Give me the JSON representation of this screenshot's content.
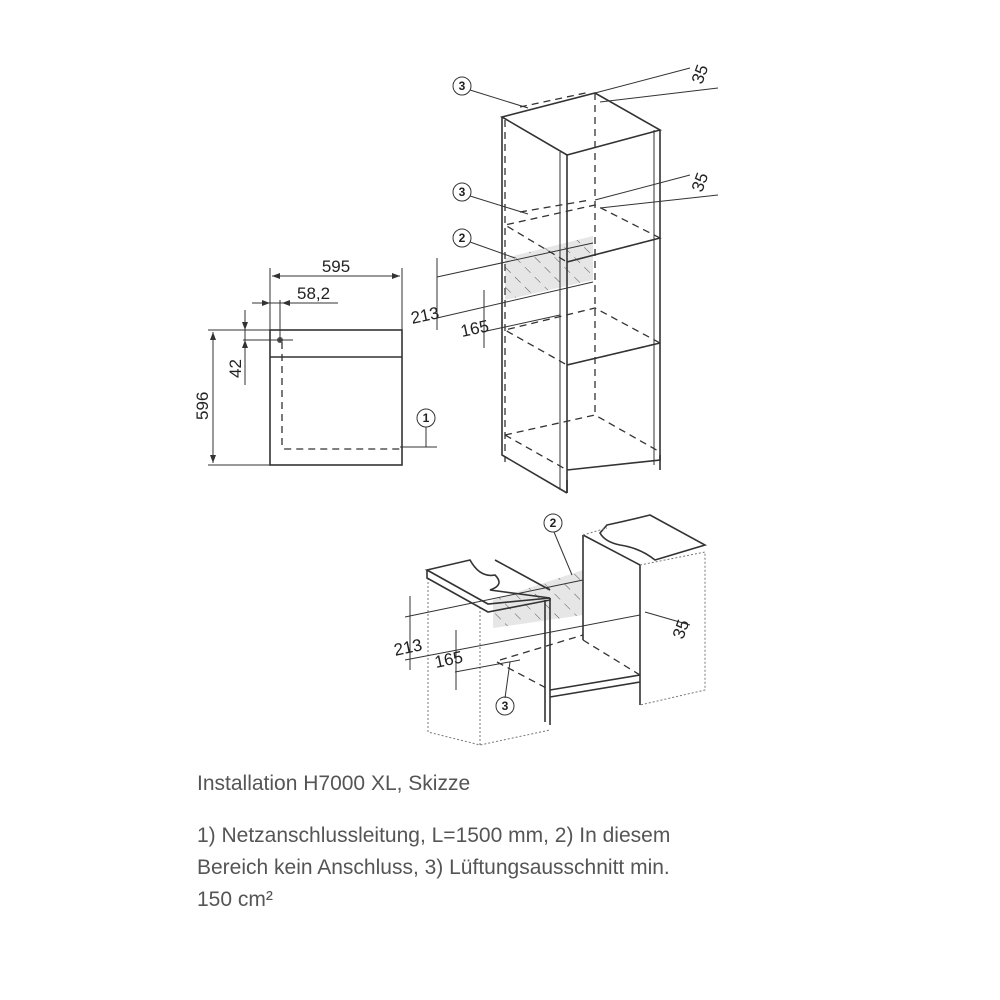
{
  "front_view": {
    "width_label": "595",
    "offset_label": "58,2",
    "top_label": "42",
    "height_label": "596",
    "marker": "1"
  },
  "tall_cabinet": {
    "marker_vent_top": "3",
    "marker_vent_mid": "3",
    "marker_no_connection": "2",
    "dim_213": "213",
    "dim_165": "165",
    "dim_35_top": "35",
    "dim_35_mid": "35"
  },
  "base_cabinet": {
    "marker_no_connection": "2",
    "marker_vent": "3",
    "dim_213": "213",
    "dim_165": "165",
    "dim_35": "35"
  },
  "caption": {
    "title": "Installation H7000 XL, Skizze",
    "lines": [
      "1) Netzanschlussleitung, L=1500 mm, 2) In diesem",
      "Bereich kein Anschluss, 3) Lüftungsausschnitt min.",
      "150 cm²"
    ]
  },
  "colors": {
    "panel_fill": "#dcdcdc",
    "hatch_fill": "#e6e6e6",
    "line": "#333333",
    "caption_text": "#555555"
  }
}
